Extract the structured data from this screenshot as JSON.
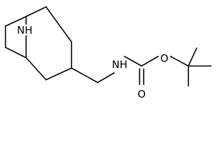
{
  "molecule": {
    "atoms": {
      "amine_nh": "NH",
      "carbamate_nh": "NH",
      "carbonyl_o": "O",
      "ester_o": "O"
    }
  }
}
